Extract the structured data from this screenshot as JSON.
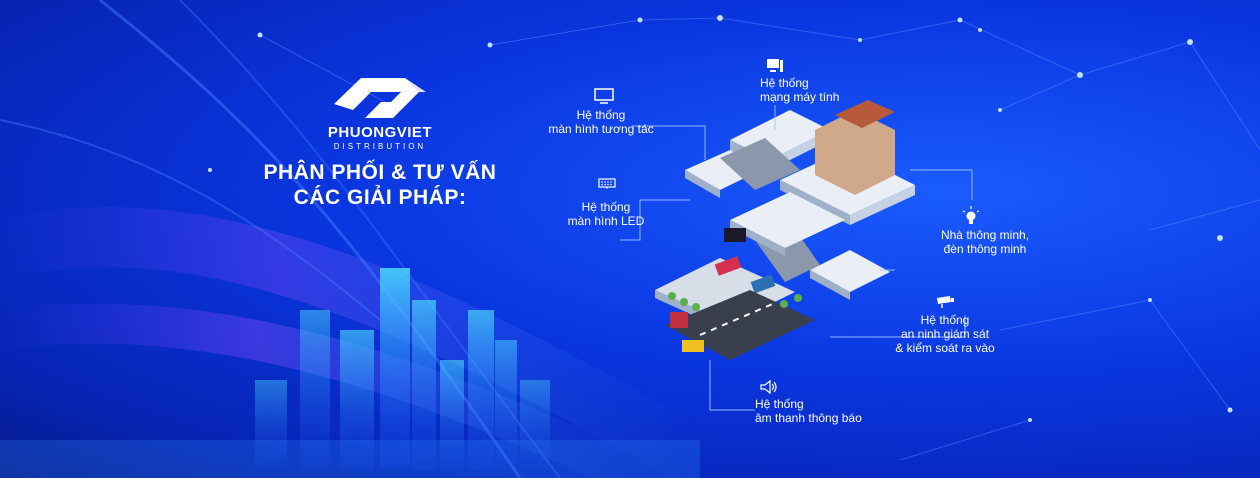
{
  "brand": {
    "name": "PHUONGVIET",
    "sub": "DISTRIBUTION"
  },
  "headline": {
    "line1": "PHÂN PHỐI & TƯ VẤN",
    "line2": "CÁC GIẢI PHÁP:"
  },
  "solutions": {
    "interactive": {
      "line1": "Hệ thống",
      "line2": "màn hình tương tác",
      "icon": "monitor-icon"
    },
    "network": {
      "line1": "Hệ thống",
      "line2": "mạng máy tính",
      "icon": "computer-icon"
    },
    "led": {
      "line1": "Hệ thống",
      "line2": "màn hình LED",
      "icon": "led-screen-icon"
    },
    "smarthome": {
      "line1": "Nhà thông minh,",
      "line2": "đèn thông minh",
      "icon": "light-bulb-icon"
    },
    "security": {
      "line1": "Hệ thống",
      "line2": "an ninh giám sát",
      "line3": "& kiểm soát ra vào",
      "icon": "cctv-camera-icon"
    },
    "audio": {
      "line1": "Hệ thống",
      "line2": "âm thanh thông báo",
      "icon": "speaker-icon"
    }
  },
  "colors": {
    "background": "#0a36e0",
    "text": "#ffffff",
    "accent_cyan": "#3fd0ff"
  }
}
